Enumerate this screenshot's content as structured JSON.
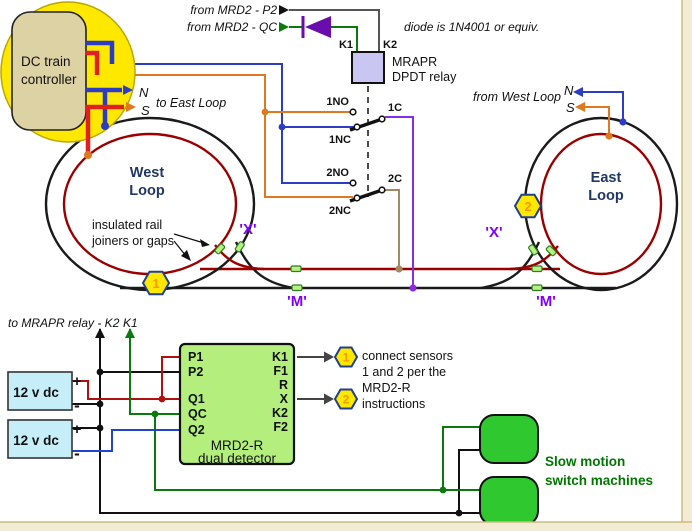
{
  "colors": {
    "yellow_blob": "#ffe800",
    "controller_box": "#ddd2a4",
    "relay_box": "#c9c6f2",
    "detector_box": "#b4ef7d",
    "battery_box": "#c5eef8",
    "machine_green": "#2fc82f",
    "gap_green": "#b6f283",
    "rail_black": "#1a1a1a",
    "rail_red": "#9b0000",
    "wire_blue": "#2b3dc4",
    "wire_orange": "#e07820",
    "wire_purple": "#8b2be2",
    "wire_tan": "#a18a62",
    "wire_green": "#0a7a0a",
    "label_purple": "#7f00ff",
    "label_navy": "#1f3864",
    "machine_text": "#007700",
    "border_band": "#f2ecd4"
  },
  "controller": {
    "line1": "DC train",
    "line2": "controller"
  },
  "connectors": {
    "from_p2": "from MRD2 - P2",
    "from_qc": "from MRD2 - QC",
    "diode_note": "diode is 1N4001 or equiv.",
    "n": "N",
    "s": "S",
    "to_east_loop": "to East Loop",
    "from_west_loop": "from West Loop",
    "to_mrapr": "to MRAPR relay - K2",
    "k1_arrow": "K1"
  },
  "relay": {
    "k1": "K1",
    "k2": "K2",
    "name_line1": "MRAPR",
    "name_line2": "DPDT relay",
    "no1": "1NO",
    "nc1": "1NC",
    "c1": "1C",
    "no2": "2NO",
    "nc2": "2NC",
    "c2": "2C"
  },
  "track": {
    "west_line1": "West",
    "west_line2": "Loop",
    "east_line1": "East",
    "east_line2": "Loop",
    "x_label": "'X'",
    "m_label": "'M'",
    "sensor1": "1",
    "sensor2": "2",
    "joiners_line1": "insulated rail",
    "joiners_line2": "joiners or gaps"
  },
  "power": {
    "battery1": "12 v dc",
    "battery2": "12 v dc",
    "plus": "+",
    "minus": "-"
  },
  "detector": {
    "left_pins": [
      "P1",
      "P2",
      "Q1",
      "QC",
      "Q2"
    ],
    "right_pins": [
      "K1",
      "F1",
      "R",
      "X",
      "K2",
      "F2"
    ],
    "name_line1": "MRD2-R",
    "name_line2": "dual detector",
    "hex1": "1",
    "hex2": "2",
    "note_lines": [
      "connect sensors",
      "1 and 2 per the",
      "MRD2-R",
      "instructions"
    ]
  },
  "machines": {
    "line1": "Slow motion",
    "line2": "switch machines"
  }
}
